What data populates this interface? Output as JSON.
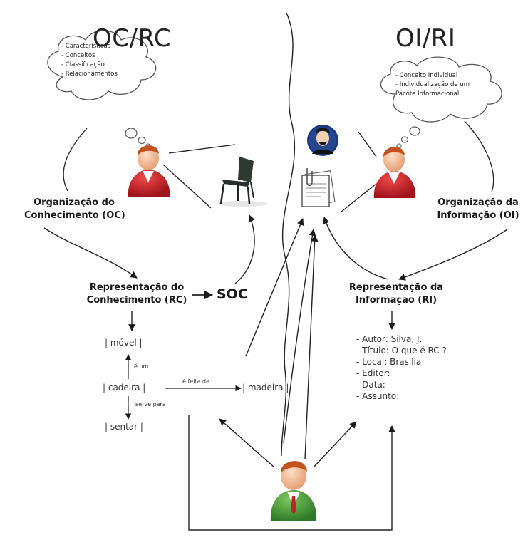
{
  "headers": {
    "left": "OC/RC",
    "right": "OI/RI"
  },
  "cloud_left": [
    "- Características",
    "- Conceitos",
    "- Classificação",
    "- Relacionamentos"
  ],
  "cloud_right": [
    "- Conceito Individual",
    "- Individualização  de um",
    "Pacote Informacional"
  ],
  "left": {
    "org_line1": "Organização do",
    "org_line2": "Conhecimento (OC)",
    "rep_line1": "Representação do",
    "rep_line2": "Conhecimento (RC)",
    "soc": "SOC"
  },
  "right": {
    "org_line1": "Organização da",
    "org_line2": "Informação (OI)",
    "rep_line1": "Representação da",
    "rep_line2": "Informação (RI)"
  },
  "concepts": {
    "movel": "| móvel  |",
    "cadeira": "| cadeira  |",
    "madeira": "| madeira  |",
    "sentar": "| sentar  |",
    "e_um": "é um",
    "e_feita_de": "é feita de",
    "serve_para": "serve para"
  },
  "record_fields": [
    "- Autor:  Silva, J.",
    "- Título:  O que é RC ?",
    "- Local:  Brasília",
    "- Editor:",
    "- Data:",
    "- Assunto:"
  ],
  "colors": {
    "person_red": "#c8202a",
    "person_green": "#4a9a3a",
    "skin": "#f0b48a",
    "hair": "#c2531f"
  },
  "icons": [
    "thought-cloud-icon",
    "person-red-icon",
    "chair-icon",
    "portrait-icon",
    "document-icon",
    "person-green-icon"
  ]
}
